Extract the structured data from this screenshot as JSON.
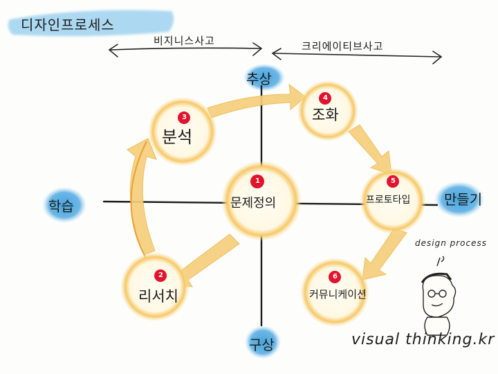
{
  "title": "디자인프로세스",
  "spans": {
    "business": "비지니스사고",
    "creative": "크리에이티브사고"
  },
  "axes": {
    "top": "추상",
    "bottom": "구상",
    "left": "학습",
    "right": "만들기"
  },
  "nodes": {
    "center": {
      "number": "1",
      "label": "문제정의"
    },
    "research": {
      "number": "2",
      "label": "리서치"
    },
    "analysis": {
      "number": "3",
      "label": "분석"
    },
    "ideation": {
      "number": "4",
      "label": "조화"
    },
    "prototype": {
      "number": "5",
      "label": "프로토타입"
    },
    "communication": {
      "number": "6",
      "label": "커뮤니케이션"
    }
  },
  "annotation": "design process",
  "signature": "visual thinking.kr",
  "colors": {
    "node_fill": "#fffdf2",
    "node_glow": "#f6c866",
    "arrow": "#f6cf7e",
    "badge": "#e2142d",
    "axis_blob": "#4aa5dd",
    "title_highlight": "#9fd3f0"
  }
}
